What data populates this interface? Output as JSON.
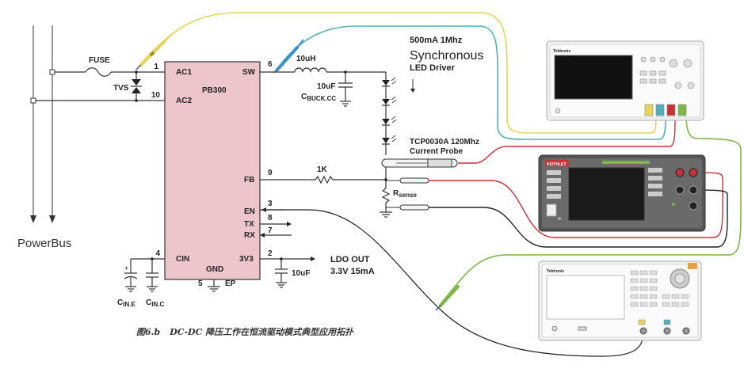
{
  "chip": {
    "name": "PB300",
    "pins": {
      "ac1": {
        "num": "1",
        "name": "AC1"
      },
      "ac2": {
        "num": "10",
        "name": "AC2"
      },
      "sw": {
        "num": "6",
        "name": "SW"
      },
      "fb": {
        "num": "9",
        "name": "FB"
      },
      "en": {
        "num": "3",
        "name": "EN"
      },
      "tx": {
        "num": "8",
        "name": "TX"
      },
      "rx": {
        "num": "7",
        "name": "RX"
      },
      "cin": {
        "num": "4",
        "name": "CIN"
      },
      "v33": {
        "num": "2",
        "name": "3V3"
      },
      "gnd": {
        "num": "5",
        "name": "GND"
      },
      "ep": {
        "name": "EP"
      }
    }
  },
  "labels": {
    "fuse": "FUSE",
    "tvs": "TVS",
    "inductor": "10uH",
    "cbuck_value": "10uF",
    "cbuck_name": "C",
    "cbuck_sub": "BUCK.CC",
    "resistor": "1K",
    "rsense_name": "R",
    "rsense_sub": "sense",
    "ldo_cap": "10uF",
    "ldo_out": "LDO OUT",
    "ldo_spec": "3.3V 15mA",
    "cine_name": "C",
    "cine_sub": "IN.E",
    "cinc_name": "C",
    "cinc_sub": "IN.C",
    "powerbus": "PowerBus",
    "led_spec": "500mA 1Mhz",
    "synchronous": "Synchronous",
    "led_driver": "LED Driver",
    "probe_model": "TCP0030A 120Mhz",
    "probe_type": "Current Probe",
    "caption_fig": "图6.b",
    "caption_text": "DC-DC 降压工作在恒流驱动模式典型应用拓扑"
  },
  "instruments": {
    "oscilloscope_brand": "Tektronix",
    "smu_brand": "KEITHLEY",
    "afg_brand": "Tektronix"
  },
  "colors": {
    "chip_fill": "#ecc6cc",
    "yellow_wire": "#e6d45a",
    "teal_wire": "#4fb1b8",
    "red_wire": "#c8323a",
    "green_wire": "#7fb648",
    "black_wire": "#222222"
  }
}
